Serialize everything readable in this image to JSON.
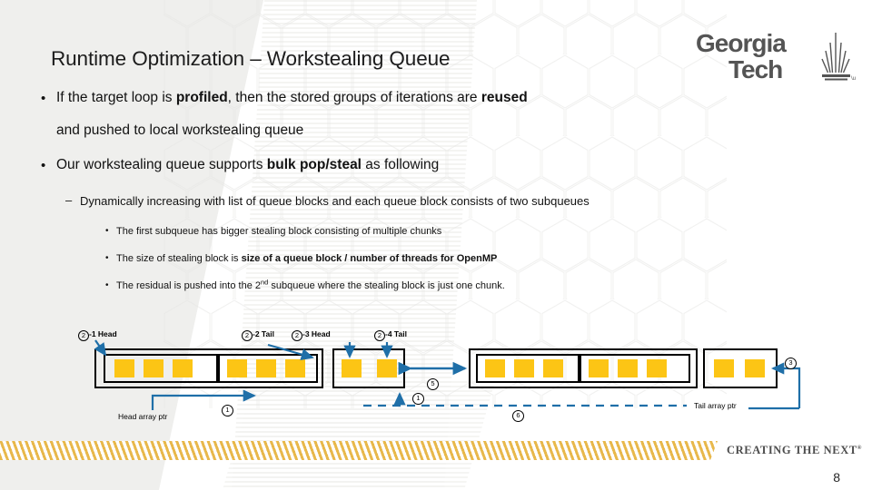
{
  "slide": {
    "title": "Runtime Optimization – Workstealing Queue",
    "page_number": "8",
    "accent_color": "#fcc515",
    "arrow_color": "#1f6fa8",
    "panel_color": "#efefed"
  },
  "brand": {
    "name_line1": "Georgia",
    "name_line2": "Tech",
    "tagline": "CREATING THE NEXT",
    "tagline_mark": "®"
  },
  "bullets": {
    "b1_a_pre": "If the target loop is ",
    "b1_a_bold1": "profiled",
    "b1_a_mid": ", then the stored groups of iterations are ",
    "b1_a_bold2": "reused",
    "b1_a_cont": "and pushed to local workstealing queue",
    "b1_b_pre": "Our workstealing queue supports ",
    "b1_b_bold": "bulk pop/steal",
    "b1_b_post": " as following",
    "b2_a": "Dynamically increasing with list of queue blocks and each queue block consists of two subqueues",
    "b3_a": "The first subqueue has bigger stealing block consisting of multiple chunks",
    "b3_b_pre": "The size of stealing block is ",
    "b3_b_bold": "size of a queue block / number of threads for OpenMP",
    "b3_c_pre": "The residual is pushed into the 2",
    "b3_c_sup": "nd",
    "b3_c_post": " subqueue where the stealing block is just one chunk.",
    "marker_dot": "•",
    "marker_dash": "–"
  },
  "diagram": {
    "labels": {
      "head_2_1": "-1 Head",
      "tail_2_2": "-2 Tail",
      "head_2_3": "-3 Head",
      "tail_2_4": "-4 Tail",
      "head_array_ptr": "Head array ptr",
      "tail_array_ptr": "Tail array ptr"
    },
    "circled": {
      "two": "2",
      "one": "1",
      "three": "3",
      "five": "5",
      "six": "6"
    }
  }
}
